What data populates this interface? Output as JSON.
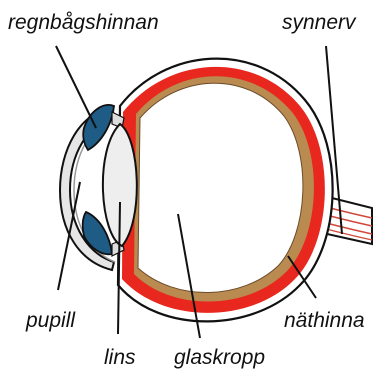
{
  "labels": {
    "iris": "regnbågshinnan",
    "optic_nerve": "synnerv",
    "pupil": "pupill",
    "retina": "näthinna",
    "lens": "lins",
    "vitreous": "glaskropp"
  },
  "colors": {
    "sclera": "#ffffff",
    "choroid": "#e8281e",
    "retina": "#b98b50",
    "iris": "#1f5c85",
    "lens": "#eeeeee",
    "cornea": "#e6e6e6",
    "outline": "#111111",
    "nerve_fibers": "#d14a3c"
  }
}
